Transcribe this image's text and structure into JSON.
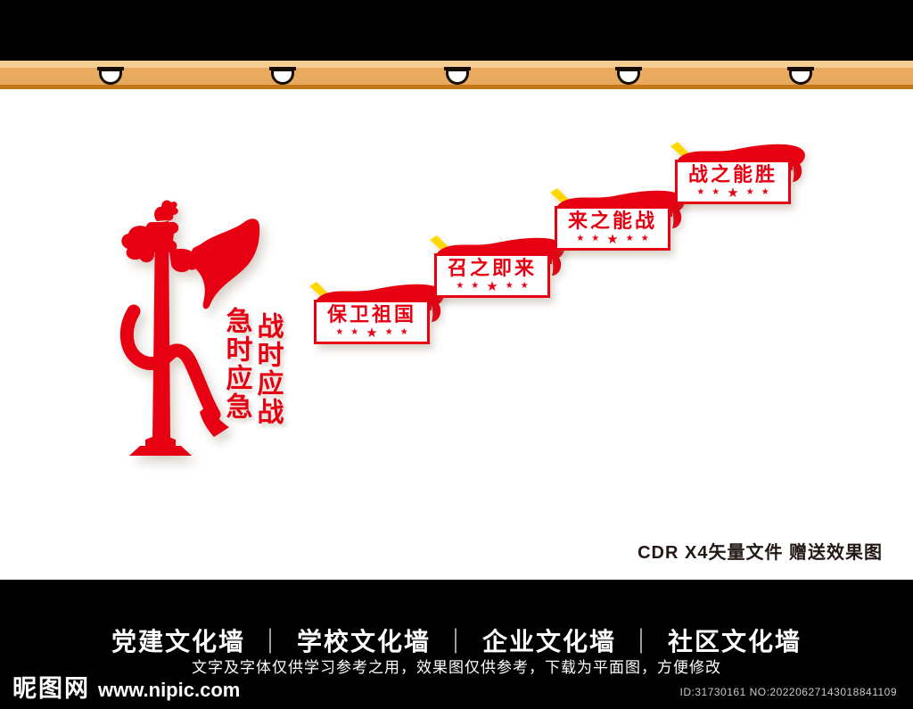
{
  "colors": {
    "primary_red": "#e60012",
    "flag_yellow": "#ffd800",
    "beam_main": "#e9a95e",
    "beam_dark": "#c2771b",
    "footer_bg": "#000000",
    "note_color": "#231815"
  },
  "main": {
    "slogan_right": "战时应战",
    "slogan_left": "急时应急",
    "note": "CDR X4矢量文件  赠送效果图"
  },
  "banners": {
    "star": "★",
    "items": [
      {
        "label": "保卫祖国"
      },
      {
        "label": "召之即来"
      },
      {
        "label": "来之能战"
      },
      {
        "label": "战之能胜"
      }
    ]
  },
  "footer": {
    "categories": [
      "党建文化墙",
      "学校文化墙",
      "企业文化墙",
      "社区文化墙"
    ],
    "separator": "｜",
    "disclaimer": "文字及字体仅供学习参考之用，效果图仅供参考，下载为平面图，方便修改",
    "site_name": "昵图网",
    "site_url": "www.nipic.com",
    "id_text": "ID:31730161 NO:20220627143018841109"
  }
}
